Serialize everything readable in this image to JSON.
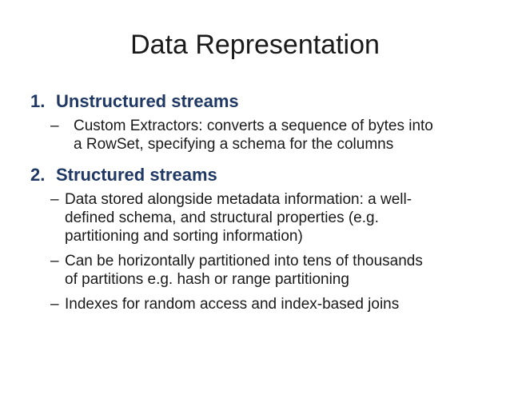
{
  "slide": {
    "title": "Data Representation",
    "bullet_char": "–",
    "colors": {
      "heading": "#1F3864",
      "body": "#1A1A1A",
      "background": "#FFFFFF"
    },
    "items": [
      {
        "number": "1.",
        "heading": "Unstructured streams",
        "bullets": [
          "Custom Extractors: converts a sequence of bytes into\na RowSet, specifying a schema for the columns"
        ]
      },
      {
        "number": "2.",
        "heading": "Structured streams",
        "bullets": [
          "Data stored alongside metadata information: a well-\ndefined schema, and structural properties (e.g.\npartitioning and sorting information)",
          "Can be horizontally partitioned into tens of thousands\nof partitions e.g. hash or range partitioning",
          "Indexes for random access and index-based joins"
        ]
      }
    ]
  }
}
